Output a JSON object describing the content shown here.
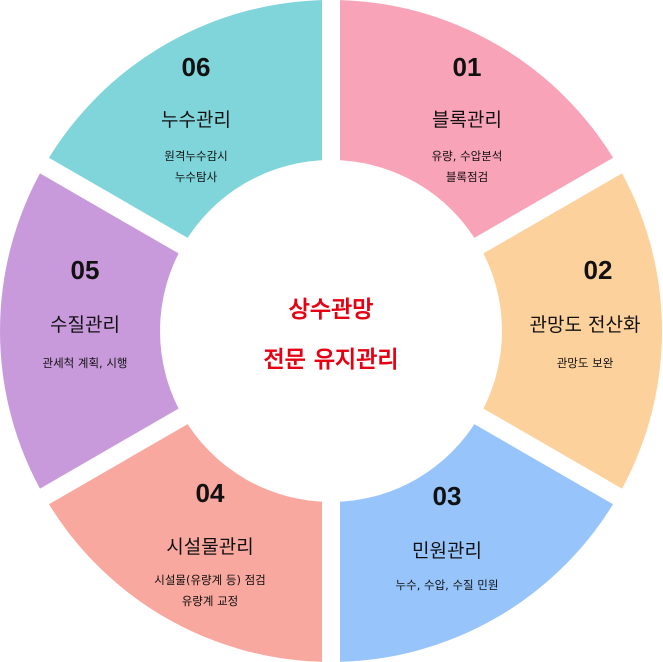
{
  "center": {
    "line1": "상수관망",
    "line2": "전문 유지관리",
    "color": "#E60012"
  },
  "segments": [
    {
      "number": "01",
      "title": "블록관리",
      "lines": [
        "유량, 수압분석",
        "블록점검"
      ],
      "color": "#F9A3B8"
    },
    {
      "number": "02",
      "title": "관망도 전산화",
      "lines": [
        "관망도 보완"
      ],
      "color": "#FDD19C"
    },
    {
      "number": "03",
      "title": "민원관리",
      "lines": [
        "누수, 수압, 수질 민원"
      ],
      "color": "#97C5FB"
    },
    {
      "number": "04",
      "title": "시설물관리",
      "lines": [
        "시설물(유량계 등) 점검",
        "유량계 교정"
      ],
      "color": "#F8A89E"
    },
    {
      "number": "05",
      "title": "수질관리",
      "lines": [
        "관세척 계획, 시행"
      ],
      "color": "#C99ADB"
    },
    {
      "number": "06",
      "title": "누수관리",
      "lines": [
        "원격누수감시",
        "누수탐사"
      ],
      "color": "#80D5DA"
    }
  ]
}
